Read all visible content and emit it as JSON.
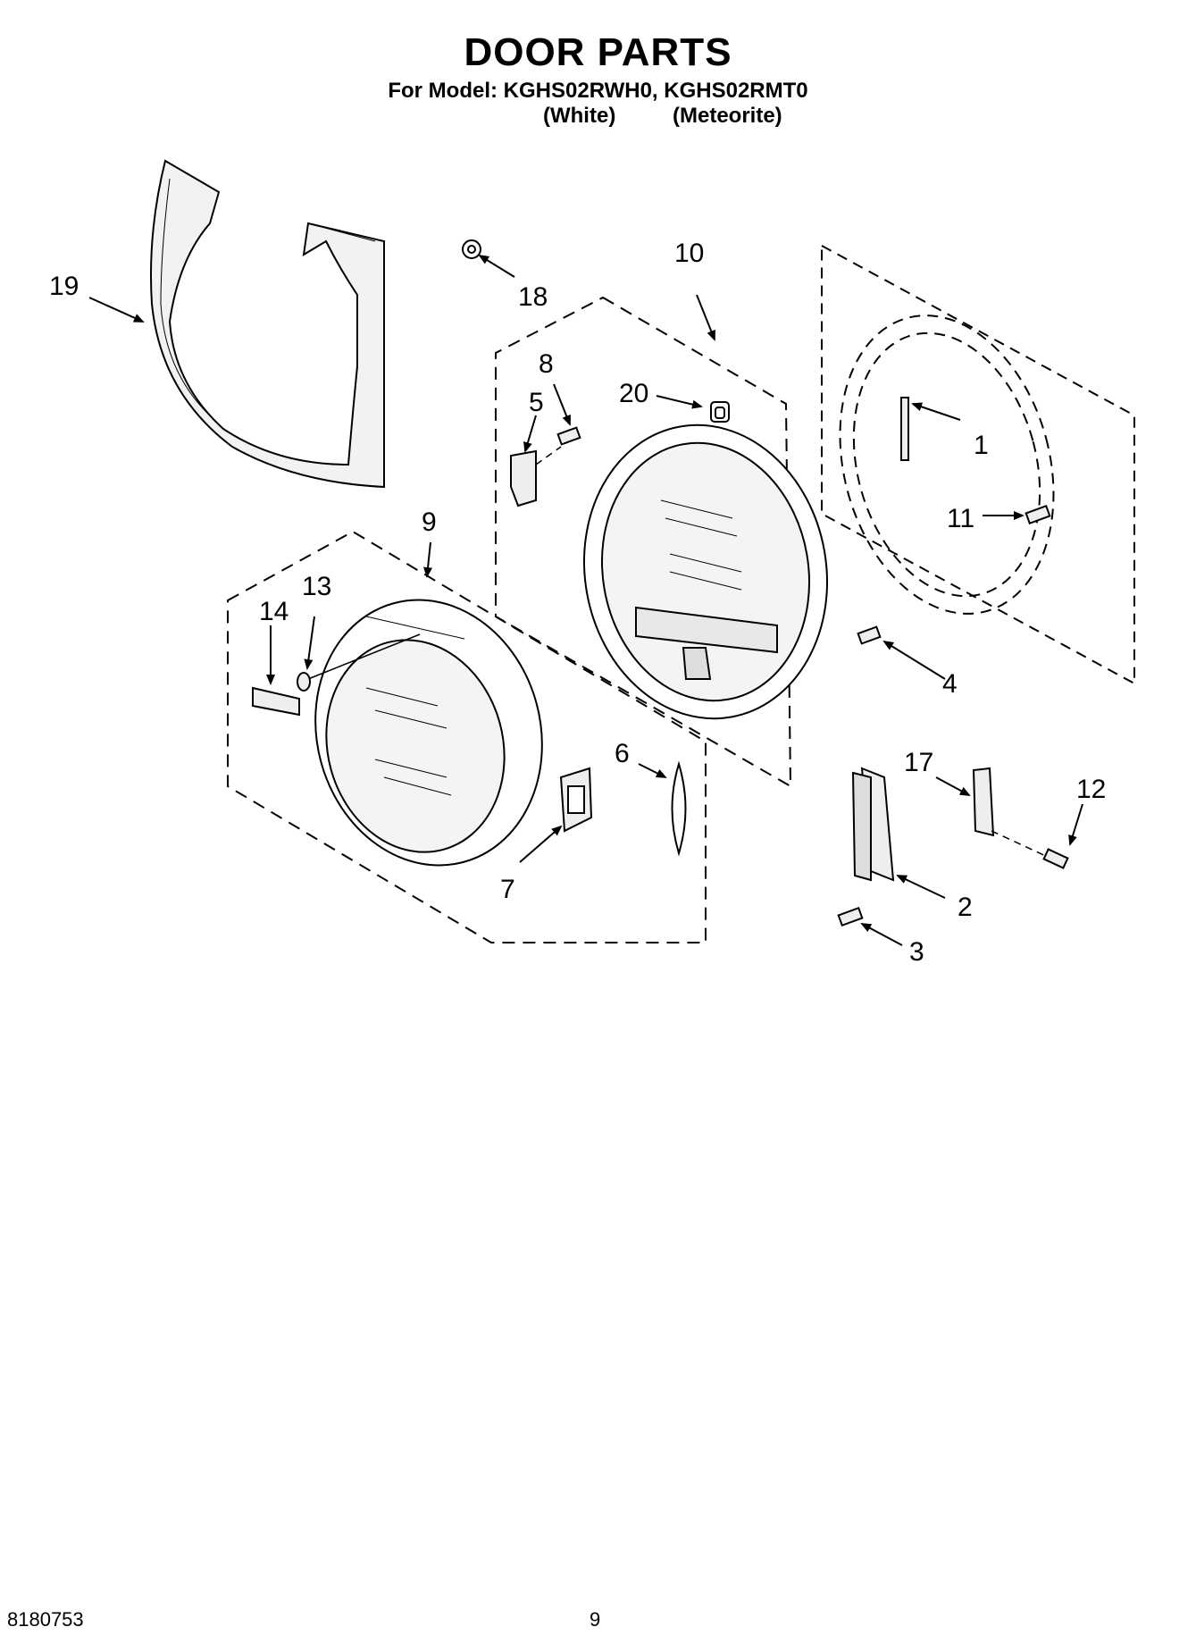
{
  "header": {
    "title": "DOOR PARTS",
    "model_line": "For Model: KGHS02RWH0, KGHS02RMT0",
    "variant_white": "(White)",
    "variant_meteorite": "(Meteorite)"
  },
  "callouts": [
    "19",
    "18",
    "10",
    "8",
    "5",
    "20",
    "1",
    "11",
    "9",
    "13",
    "14",
    "4",
    "6",
    "17",
    "12",
    "2",
    "3",
    "7"
  ],
  "footer": {
    "doc_number": "8180753",
    "page_number": "9"
  }
}
